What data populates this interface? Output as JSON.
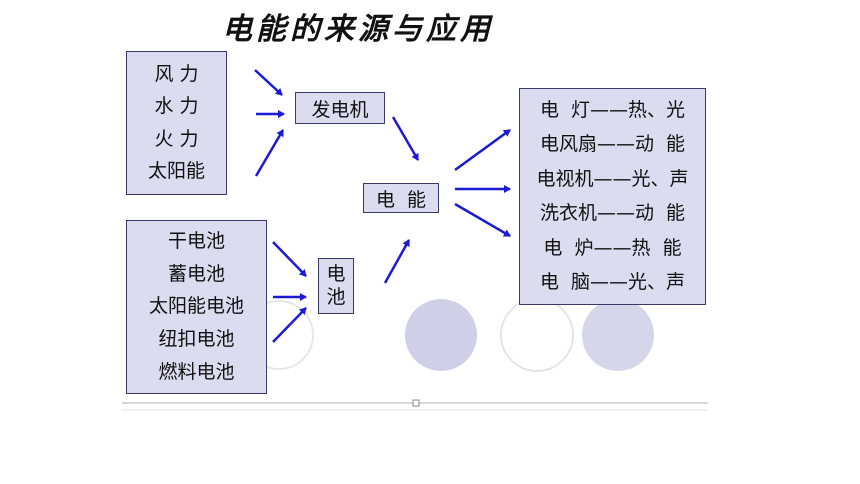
{
  "title": "电能的来源与应用",
  "sources_natural": [
    "风  力",
    "水  力",
    "火  力",
    "太阳能"
  ],
  "generator": "发电机",
  "sources_battery": [
    "干电池",
    "蓄电池",
    "太阳能电池",
    "纽扣电池",
    "燃料电池"
  ],
  "battery": "电\n池",
  "electric_energy": "电  能",
  "applications": [
    "电  灯——热、光",
    "电风扇——动  能",
    "电视机——光、声",
    "洗衣机——动  能",
    "电  炉——热  能",
    "电  脑——光、声"
  ],
  "colors": {
    "box_fill": "#dcdcf0",
    "arrow": "#1a1ad8",
    "circle_fill": "#cfcfe8"
  }
}
